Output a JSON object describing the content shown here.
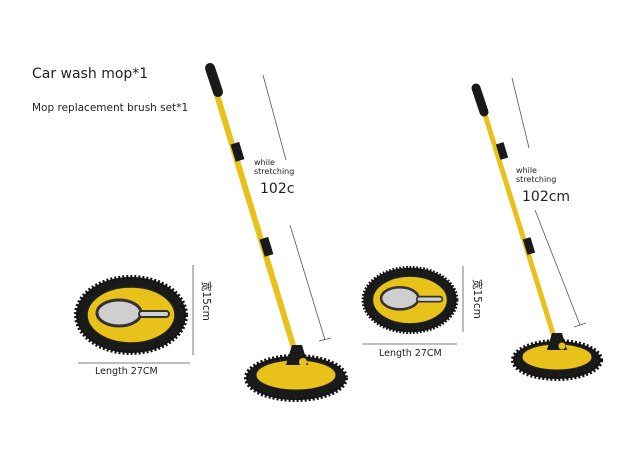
{
  "product": {
    "title": "Car wash mop*1",
    "subtitle": "Mop replacement brush set*1"
  },
  "left_mop": {
    "stretch_label": "while stretching",
    "length_label": "102c"
  },
  "right_mop": {
    "stretch_label": "while stretching",
    "length_label": "102cm"
  },
  "left_pad": {
    "length": "Length 27CM",
    "width": "宽15cm"
  },
  "right_pad": {
    "length": "Length 27CM",
    "width": "宽15cm"
  },
  "colors": {
    "yellow": "#e8c21a",
    "black": "#1a1a1a",
    "line": "#555555"
  }
}
